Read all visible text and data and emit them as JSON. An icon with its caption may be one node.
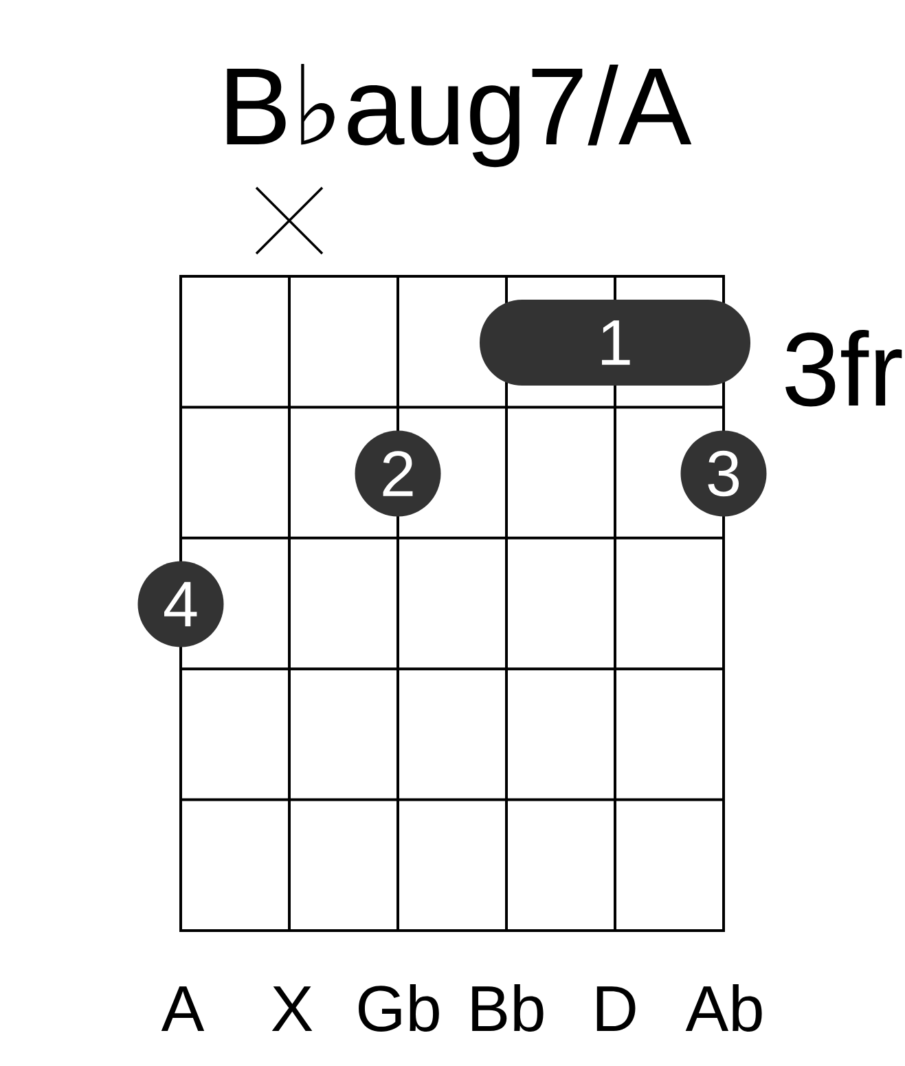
{
  "diagram": {
    "title": "B♭aug7/A",
    "nodes": [
      {
        "text": [
          "1"
        ]
      },
      {
        "text": [
          "2"
        ]
      },
      {
        "text": [
          "3"
        ]
      },
      {
        "text": [
          "4"
        ]
      }
    ],
    "labels": [
      "3fr",
      "A",
      "X",
      "Gb",
      "Bb",
      "D",
      "Ab"
    ]
  }
}
